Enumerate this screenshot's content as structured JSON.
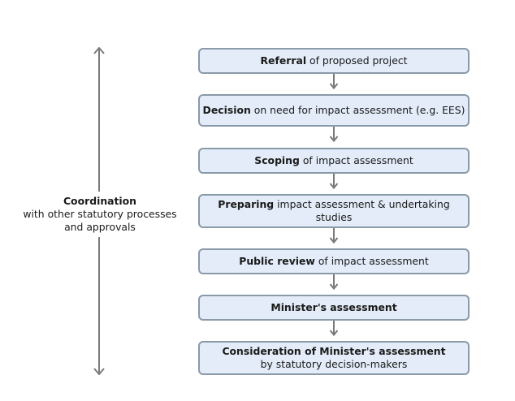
{
  "side": {
    "title": "Coordination",
    "line1": "with other statutory processes",
    "line2": "and approvals"
  },
  "steps": [
    {
      "bold": "Referral",
      "rest": " of proposed project"
    },
    {
      "bold": "Decision",
      "rest": " on need for impact assessment (e.g. EES)"
    },
    {
      "bold": "Scoping",
      "rest": " of impact assessment"
    },
    {
      "bold": "Preparing",
      "rest": " impact assessment & undertaking",
      "line2": "studies"
    },
    {
      "bold": "Public review",
      "rest": " of impact assessment"
    },
    {
      "bold": "Minister's assessment",
      "rest": ""
    },
    {
      "bold": "Consideration of Minister's assessment",
      "rest": "",
      "line2": "by statutory decision-makers"
    }
  ],
  "colors": {
    "box_fill": "#e3ecf8",
    "box_border": "#8a9aa8",
    "arrow": "#7a7a7a"
  }
}
